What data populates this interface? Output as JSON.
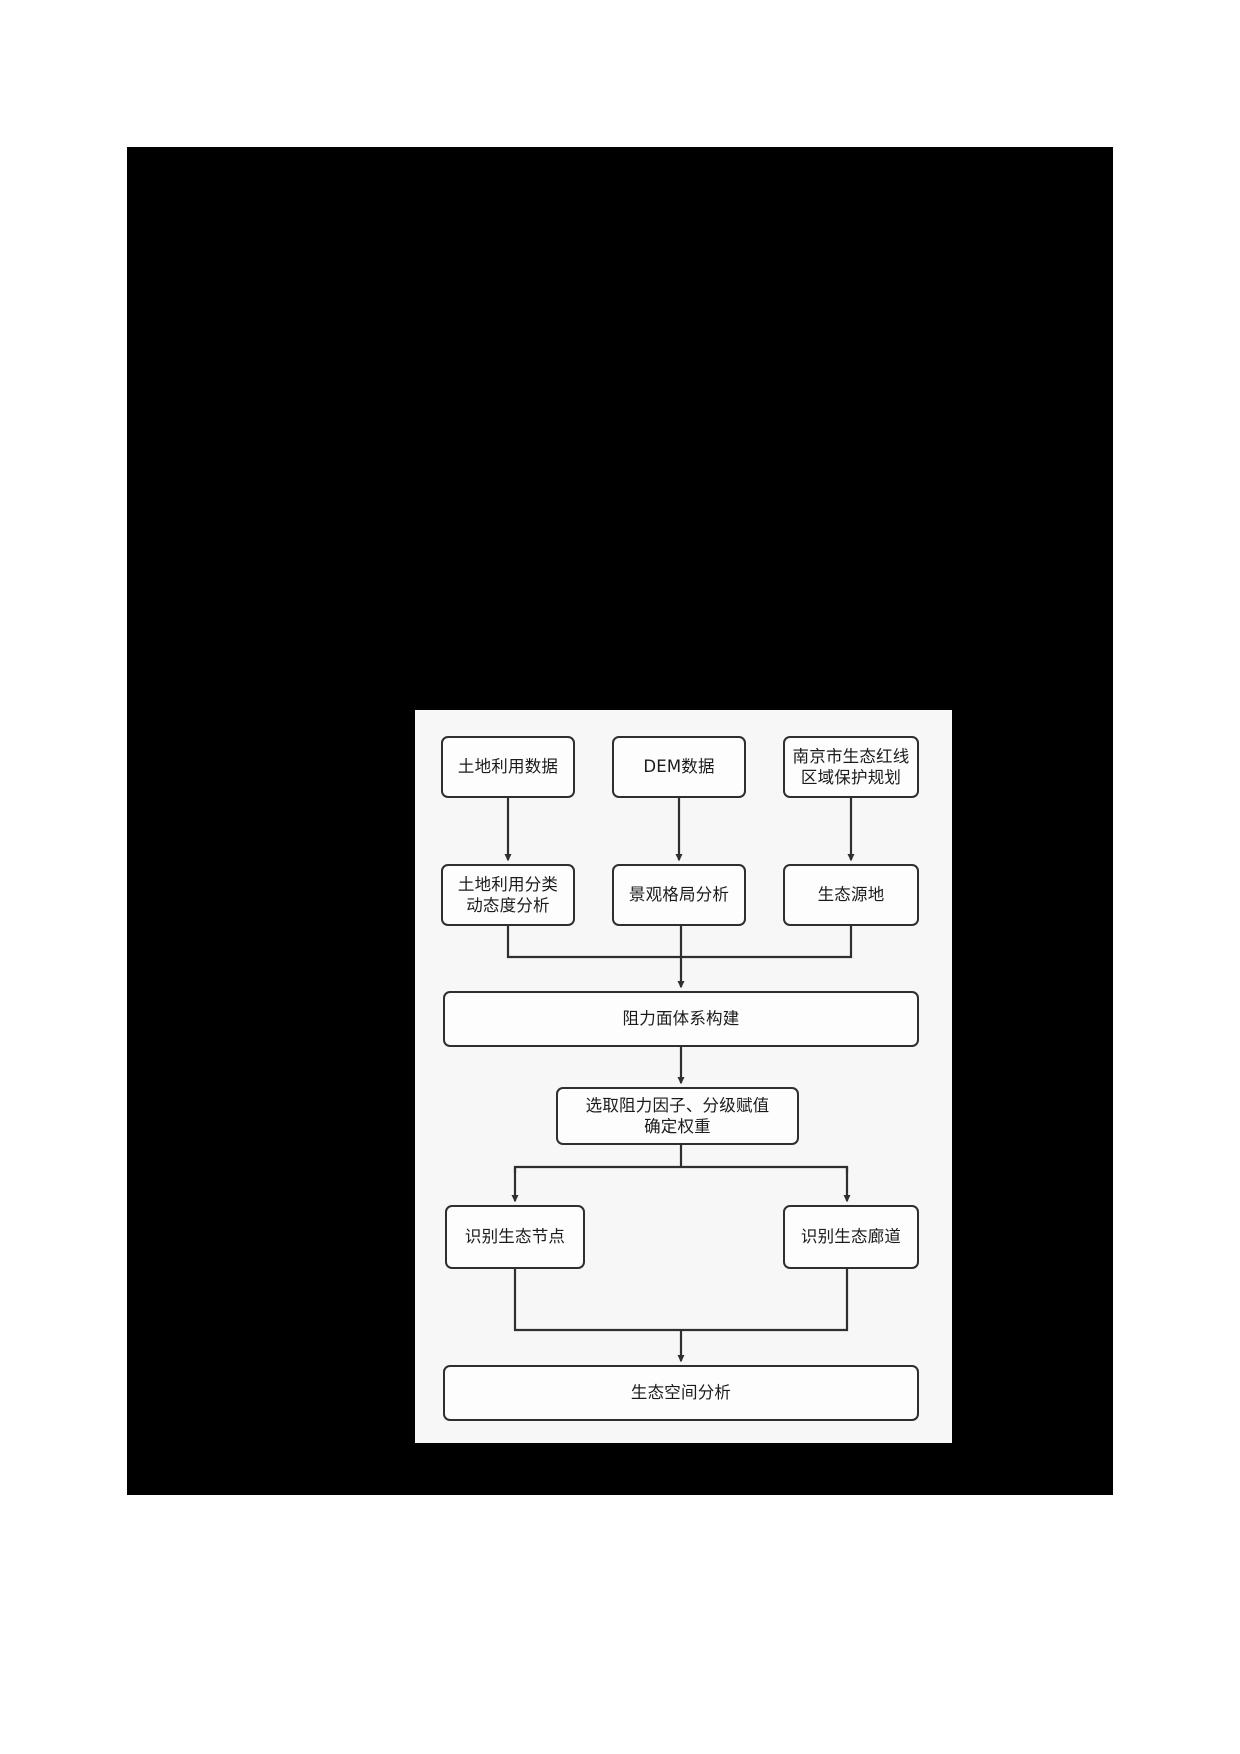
{
  "diagram": {
    "type": "flowchart",
    "title": "",
    "orientation": "top-to-bottom",
    "panel_background": "#f7f7f7",
    "page_background": "#000000",
    "node_border_color": "#2f2f2f",
    "node_fill_color": "#fdfdfd",
    "connector_color": "#2f2f2f",
    "nodes": [
      {
        "id": "landuse-data",
        "label": "土地利用数据",
        "row": 1,
        "column": 1
      },
      {
        "id": "dem-data",
        "label": "DEM数据",
        "row": 1,
        "column": 2
      },
      {
        "id": "redline-plan",
        "label": "南京市生态红线区域保护规划",
        "row": 1,
        "column": 3
      },
      {
        "id": "landuse-dynamics",
        "label": "土地利用分类\n动态度分析",
        "row": 2,
        "column": 1
      },
      {
        "id": "landscape-pattern",
        "label": "景观格局分析",
        "row": 2,
        "column": 2
      },
      {
        "id": "eco-source",
        "label": "生态源地",
        "row": 2,
        "column": 3
      },
      {
        "id": "resistance-surface",
        "label": "阻力面体系构建",
        "row": 3,
        "column": 0
      },
      {
        "id": "factor-weight",
        "label": "选取阻力因子、分级赋值\n确定权重",
        "row": 4,
        "column": 0
      },
      {
        "id": "eco-nodes",
        "label": "识别生态节点",
        "row": 5,
        "column": 1
      },
      {
        "id": "eco-corridors",
        "label": "识别生态廊道",
        "row": 5,
        "column": 3
      },
      {
        "id": "eco-space",
        "label": "生态空间分析",
        "row": 6,
        "column": 0
      }
    ],
    "edges": [
      {
        "from": "landuse-data",
        "to": "landuse-dynamics",
        "style": "arrow"
      },
      {
        "from": "dem-data",
        "to": "landscape-pattern",
        "style": "arrow"
      },
      {
        "from": "redline-plan",
        "to": "eco-source",
        "style": "arrow"
      },
      {
        "from": "landuse-dynamics",
        "to": "resistance-surface",
        "style": "merge-arrow"
      },
      {
        "from": "landscape-pattern",
        "to": "resistance-surface",
        "style": "merge-arrow"
      },
      {
        "from": "eco-source",
        "to": "resistance-surface",
        "style": "merge-arrow"
      },
      {
        "from": "resistance-surface",
        "to": "factor-weight",
        "style": "arrow"
      },
      {
        "from": "factor-weight",
        "to": "eco-nodes",
        "style": "split-arrow"
      },
      {
        "from": "factor-weight",
        "to": "eco-corridors",
        "style": "split-arrow"
      },
      {
        "from": "eco-nodes",
        "to": "eco-space",
        "style": "merge-arrow"
      },
      {
        "from": "eco-corridors",
        "to": "eco-space",
        "style": "merge-arrow"
      }
    ]
  }
}
